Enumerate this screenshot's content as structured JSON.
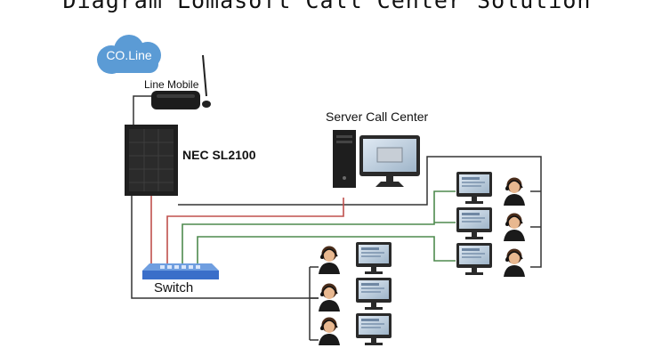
{
  "title": "Diagram Lomasoft Call Center Solution",
  "labels": {
    "co_line": "CO.Line",
    "line_mobile": "Line Mobile",
    "pbx": "NEC SL2100",
    "server": "Server Call Center",
    "switch": "Switch"
  },
  "colors": {
    "cloud": "#5b9bd5",
    "red_line": "#c0504d",
    "green_line": "#4e8a4e",
    "black_line": "#333333",
    "switch": "#3a6ec9"
  }
}
